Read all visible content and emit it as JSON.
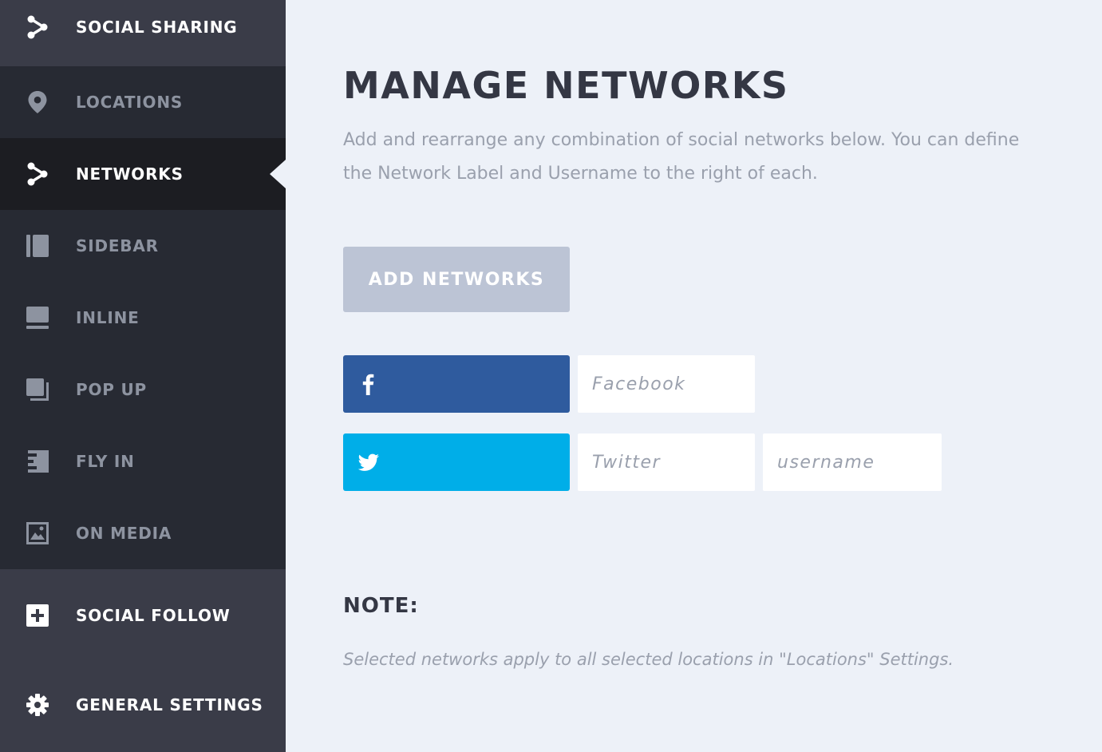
{
  "sidebar": {
    "items": [
      {
        "label": "SOCIAL SHARING",
        "icon": "share-icon",
        "type": "top"
      },
      {
        "label": "LOCATIONS",
        "icon": "location-pin-icon",
        "type": "sub"
      },
      {
        "label": "NETWORKS",
        "icon": "share-icon",
        "type": "sub",
        "active": true
      },
      {
        "label": "SIDEBAR",
        "icon": "sidebar-layout-icon",
        "type": "sub"
      },
      {
        "label": "INLINE",
        "icon": "inline-layout-icon",
        "type": "sub"
      },
      {
        "label": "POP UP",
        "icon": "popup-layout-icon",
        "type": "sub"
      },
      {
        "label": "FLY IN",
        "icon": "fly-in-layout-icon",
        "type": "sub"
      },
      {
        "label": "ON MEDIA",
        "icon": "image-icon",
        "type": "sub"
      },
      {
        "label": "SOCIAL FOLLOW",
        "icon": "plus-square-icon",
        "type": "top"
      },
      {
        "label": "GENERAL SETTINGS",
        "icon": "gear-icon",
        "type": "top"
      }
    ]
  },
  "main": {
    "title": "MANAGE NETWORKS",
    "description": "Add and rearrange any combination of social networks below. You can define the Network Label and Username to the right of each.",
    "add_button_label": "ADD NETWORKS",
    "networks": [
      {
        "name": "facebook",
        "icon": "facebook-icon",
        "color": "#2f5b9e",
        "label_placeholder": "Facebook",
        "label_value": ""
      },
      {
        "name": "twitter",
        "icon": "twitter-icon",
        "color": "#00aee8",
        "label_placeholder": "Twitter",
        "label_value": "",
        "username_placeholder": "username",
        "username_value": ""
      }
    ],
    "note_title": "NOTE:",
    "note_text": "Selected networks apply to all selected locations in \"Locations\" Settings."
  },
  "colors": {
    "sidebar_bg": "#3a3c48",
    "sub_nav_bg": "#272a33",
    "active_bg": "#1c1d22",
    "main_bg": "#edf1f8",
    "button_bg": "#bcc4d5"
  }
}
